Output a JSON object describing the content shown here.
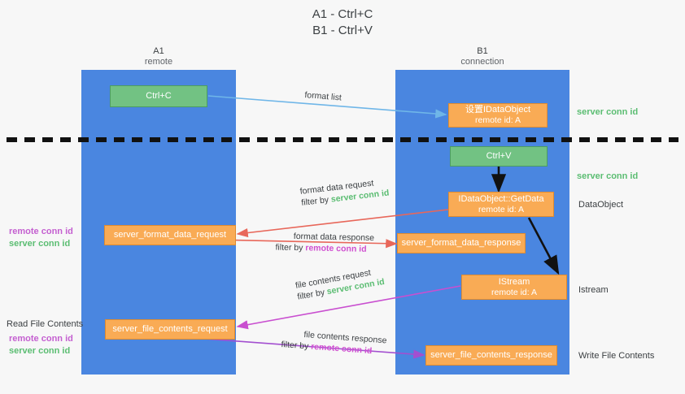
{
  "title": {
    "line1": "A1 - Ctrl+C",
    "line2": "B1 - Ctrl+V"
  },
  "lanes": [
    {
      "name": "A1",
      "sub": "remote"
    },
    {
      "name": "B1",
      "sub": "connection"
    }
  ],
  "boxes": {
    "ctrl_c": "Ctrl+C",
    "ctrl_v": "Ctrl+V",
    "set_idataobject": {
      "line1": "设置IDataObject",
      "line2": "remote id: A"
    },
    "getdata": {
      "line1": "IDataObject::GetData",
      "line2": "remote id: A"
    },
    "istream": {
      "line1": "IStream",
      "line2": "remote id: A"
    },
    "server_format_data_request": "server_format_data_request",
    "server_format_data_response": "server_format_data_response",
    "server_file_contents_request": "server_file_contents_request",
    "server_file_contents_response": "server_file_contents_response"
  },
  "edges": {
    "format_list": "format list",
    "format_data_request": "format data request",
    "format_data_request_filter_prefix": "filter by ",
    "format_data_request_filter_value": "server conn id",
    "format_data_response": "format data response",
    "format_data_response_filter_prefix": "filter by ",
    "format_data_response_filter_value": "remote conn id",
    "file_contents_request": "file contents request",
    "file_contents_request_filter_prefix": "filter by ",
    "file_contents_request_filter_value": "server conn id",
    "file_contents_response": "file contents response",
    "file_contents_response_filter_prefix": "filter by ",
    "file_contents_response_filter_value": "remote conn id"
  },
  "annotations": {
    "right_server_conn_id_top": "server conn id",
    "right_server_conn_id_mid": "server conn id",
    "right_dataobject": "DataObject",
    "right_istream": "Istream",
    "right_write_file_contents": "Write File Contents",
    "left_remote_conn_id_1": "remote conn id",
    "left_server_conn_id_1": "server conn id",
    "left_read_file_contents": "Read File Contents",
    "left_remote_conn_id_2": "remote conn id",
    "left_server_conn_id_2": "server conn id"
  },
  "colors": {
    "lane": "#4a86e0",
    "orange": "#f9ab55",
    "green_box": "#72c283",
    "green_text": "#5bbd72",
    "magenta_text": "#c45fd0",
    "arrow_blue": "#6fb6e8",
    "arrow_red": "#e8675a",
    "arrow_magenta": "#c94fd0",
    "arrow_purple": "#a34fd0",
    "arrow_black": "#111111",
    "background": "#f7f7f7"
  }
}
